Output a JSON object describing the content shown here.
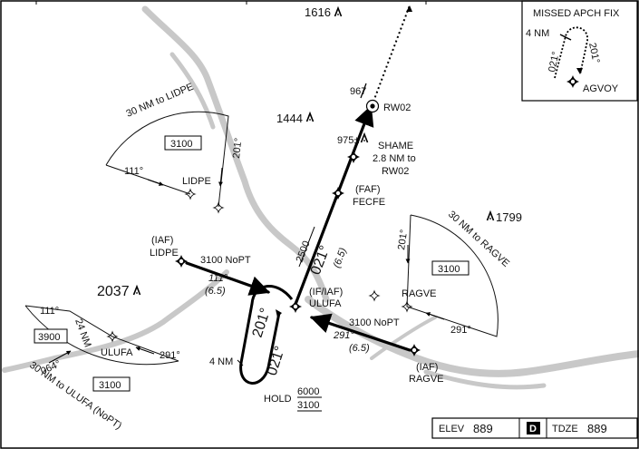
{
  "frame": {
    "border_color": "#000000",
    "river_color": "#c8c8c8",
    "ink_color": "#111111"
  },
  "terrain": {
    "peak_top": "1616",
    "peak_mid": "1444",
    "peak_left": "2037",
    "peak_right": "1799",
    "tower_elev": "967",
    "obstacle_elev": "975±"
  },
  "fixes": {
    "rw02": "RW02",
    "shame_name": "SHAME",
    "shame_dist1": "2.8 NM to",
    "shame_dist2": "RW02",
    "fecfe_role": "(FAF)",
    "fecfe_name": "FECFE",
    "ulufa_role": "(IF/IAF)",
    "ulufa_name": "ULUFA",
    "lidpe_role": "(IAF)",
    "lidpe_name": "LIDPE",
    "ragve_role": "(IAF)",
    "ragve_name": "RAGVE",
    "lidpe_taa_name": "LIDPE",
    "ragve_taa_name": "RAGVE",
    "ulufa_taa_name": "ULUFA"
  },
  "segments": {
    "final_course": "021°",
    "final_dist": "(6.5)",
    "final_alt": "2500",
    "lidpe_alt": "3100 NoPT",
    "lidpe_course": "111°",
    "lidpe_dist": "(6.5)",
    "ragve_alt": "3100 NoPT",
    "ragve_course": "291°",
    "ragve_dist": "(6.5)"
  },
  "hold": {
    "inbound": "021°",
    "outbound": "201°",
    "leg": "4 NM",
    "label": "HOLD",
    "alt_max": "6000",
    "alt_min": "3100"
  },
  "taa_lidpe": {
    "arc_label": "30  NM  to  LIDPE",
    "alt": "3100",
    "course_a": "111°",
    "course_b": "201°"
  },
  "taa_ragve": {
    "arc_label": "30  NM  to  RAGVE",
    "alt": "3100",
    "course_a": "201°",
    "course_b": "291°"
  },
  "taa_ulufa": {
    "arc_label": "30  NM  to  ULUFA  (NoPT)",
    "alt_inner": "3900",
    "alt_outer": "3100",
    "radius": "24 NM",
    "course_a": "111°",
    "course_b": "291°",
    "course_c": "064°"
  },
  "missed": {
    "title": "MISSED APCH FIX",
    "leg": "4 NM",
    "course_out": "021°",
    "course_in": "201°",
    "fix": "AGVOY"
  },
  "footer": {
    "elev_label": "ELEV",
    "elev": "889",
    "badge": "D",
    "tdze_label": "TDZE",
    "tdze": "889"
  }
}
